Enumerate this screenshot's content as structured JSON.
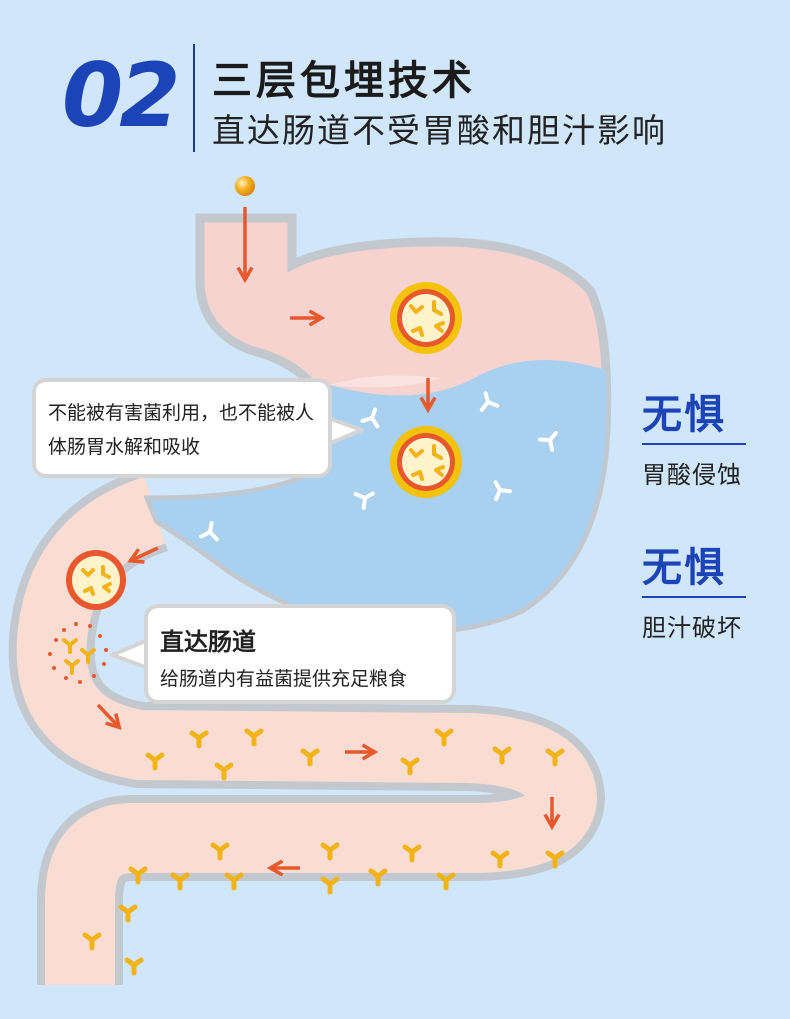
{
  "header": {
    "number": "02",
    "title": "三层包埋技术",
    "subtitle": "直达肠道不受胃酸和胆汁影响"
  },
  "callouts": {
    "stomach": "不能被有害菌利用，也不能被人体肠胃水解和吸收",
    "intestine_title": "直达肠道",
    "intestine_body": "给肠道内有益菌提供充足粮食"
  },
  "features": [
    {
      "heading": "无惧",
      "text": "胃酸侵蚀"
    },
    {
      "heading": "无惧",
      "text": "胆汁破坏"
    }
  ],
  "colors": {
    "background": "#cfe6fb",
    "accent_blue": "#1d44b6",
    "stomach_pink": "#f6d3cf",
    "acid_blue": "#a9d0ef",
    "intestine": "#f9dcd2",
    "wall": "#c3c8cf",
    "arrow": "#e8582d",
    "bacteria": "#f3b315"
  }
}
